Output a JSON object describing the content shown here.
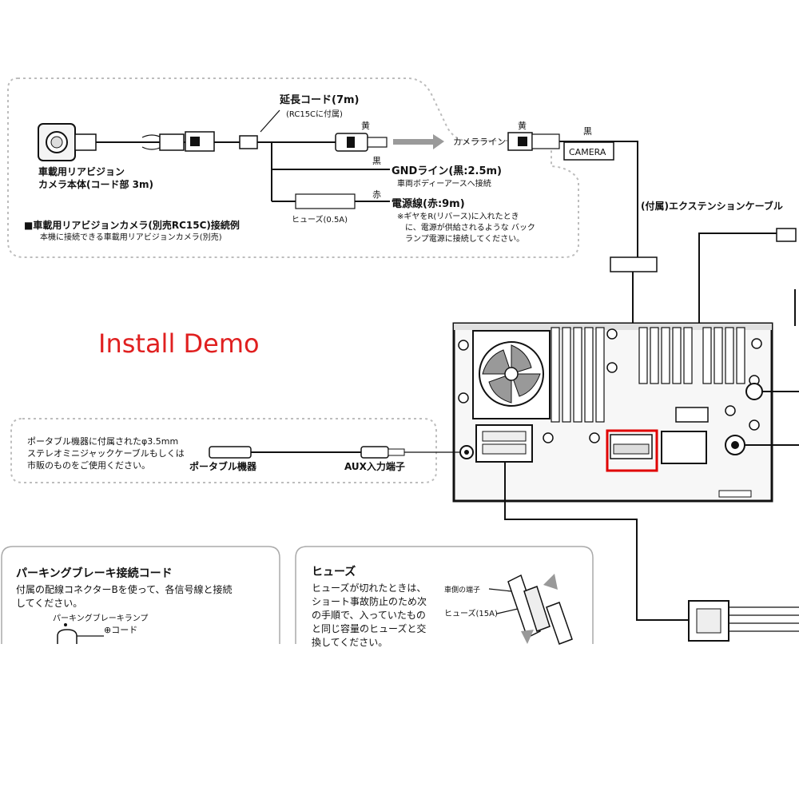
{
  "title": "Install Demo",
  "camera_section": {
    "extension_cord_label": "延長コード(7m)",
    "extension_cord_note": "(RC15Cに付属)",
    "color_yellow": "黄",
    "color_black": "黒",
    "color_red": "赤",
    "camera_body_label_1": "車載用リアビジョン",
    "camera_body_label_2": "カメラ本体(コード部 3m)",
    "gnd_label": "GNDライン(黒:2.5m)",
    "gnd_note": "車両ボディーアースへ接続",
    "power_label": "電源線(赤:9m)",
    "power_note_1": "※ギヤをR(リバース)に入れたとき",
    "power_note_2": "に、電源が供給されるような バック",
    "power_note_3": "ランプ電源に接続してください。",
    "fuse_label": "ヒューズ(0.5A)",
    "connection_example_title": "■車載用リアビジョンカメラ(別売RC15C)接続例",
    "connection_example_note": "本機に接続できる車載用リアビジョンカメラ(別売)",
    "camera_line_label": "カメラライン",
    "camera_connector_label": "CAMERA"
  },
  "extension_cable_label": "(付属)エクステンションケーブル",
  "aux_section": {
    "note_1": "ポータブル機器に付属されたφ3.5mm",
    "note_2": "ステレオミニジャックケーブルもしくは",
    "note_3": "市販のものをご使用ください。",
    "portable_label": "ポータブル機器",
    "aux_label": "AUX入力端子"
  },
  "parking_section": {
    "title": "パーキングブレーキ接続コード",
    "line_1": "付属の配線コネクターBを使って、各信号線と接続",
    "line_2": "してください。",
    "lamp_label": "パーキングブレーキランプ",
    "cord_label": "⊕コード"
  },
  "fuse_section": {
    "title": "ヒューズ",
    "line_1": "ヒューズが切れたときは、",
    "line_2": "ショート事故防止のため次",
    "line_3": "の手順で、入っていたもの",
    "line_4": "と同じ容量のヒューズと交",
    "line_5": "換してください。",
    "terminal_label": "車側の端子",
    "fuse_rating_label": "ヒューズ(15A)"
  },
  "colors": {
    "title_red": "#e02020",
    "highlight_red": "#e00000",
    "arrow_gray": "#9a9a9a",
    "dotted_border": "#bdbdbd",
    "line_black": "#111111"
  }
}
